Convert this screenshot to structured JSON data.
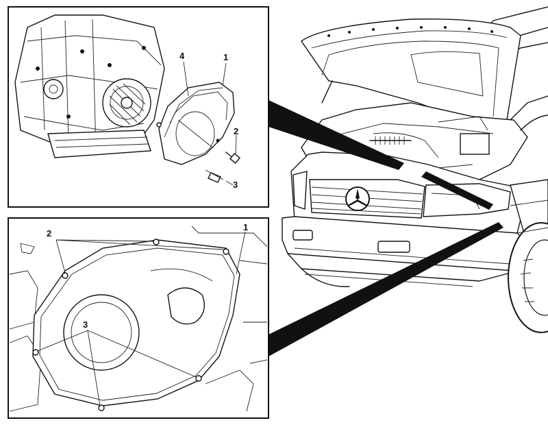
{
  "figure": {
    "top_inset": {
      "callouts": [
        {
          "id": "c4",
          "text": "4"
        },
        {
          "id": "c1",
          "text": "1"
        },
        {
          "id": "c2",
          "text": "2"
        },
        {
          "id": "c3",
          "text": "3"
        }
      ]
    },
    "bottom_inset": {
      "callouts": [
        {
          "id": "c2",
          "text": "2"
        },
        {
          "id": "c1",
          "text": "1"
        },
        {
          "id": "c3",
          "text": "3"
        }
      ]
    },
    "van": {
      "badge": "star-emblem-icon"
    }
  },
  "colors": {
    "ink": "#111111",
    "paper": "#ffffff"
  }
}
